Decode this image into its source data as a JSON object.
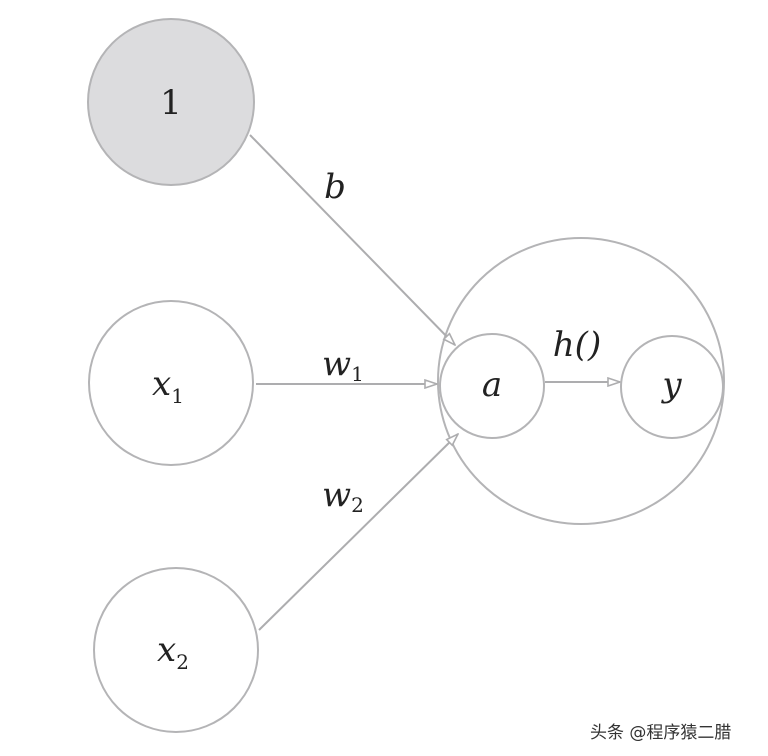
{
  "nodes": {
    "bias": "1",
    "x1": {
      "main": "x",
      "sub": "1"
    },
    "x2": {
      "main": "x",
      "sub": "2"
    },
    "a": "a",
    "y": "y"
  },
  "edges": {
    "b": "b",
    "w1": {
      "main": "w",
      "sub": "1"
    },
    "w2": {
      "main": "w",
      "sub": "2"
    },
    "h": "h()"
  },
  "watermark": "头条 @程序猿二腊",
  "colors": {
    "stroke": "#b4b4b6",
    "bias_fill": "#dcdcde"
  }
}
